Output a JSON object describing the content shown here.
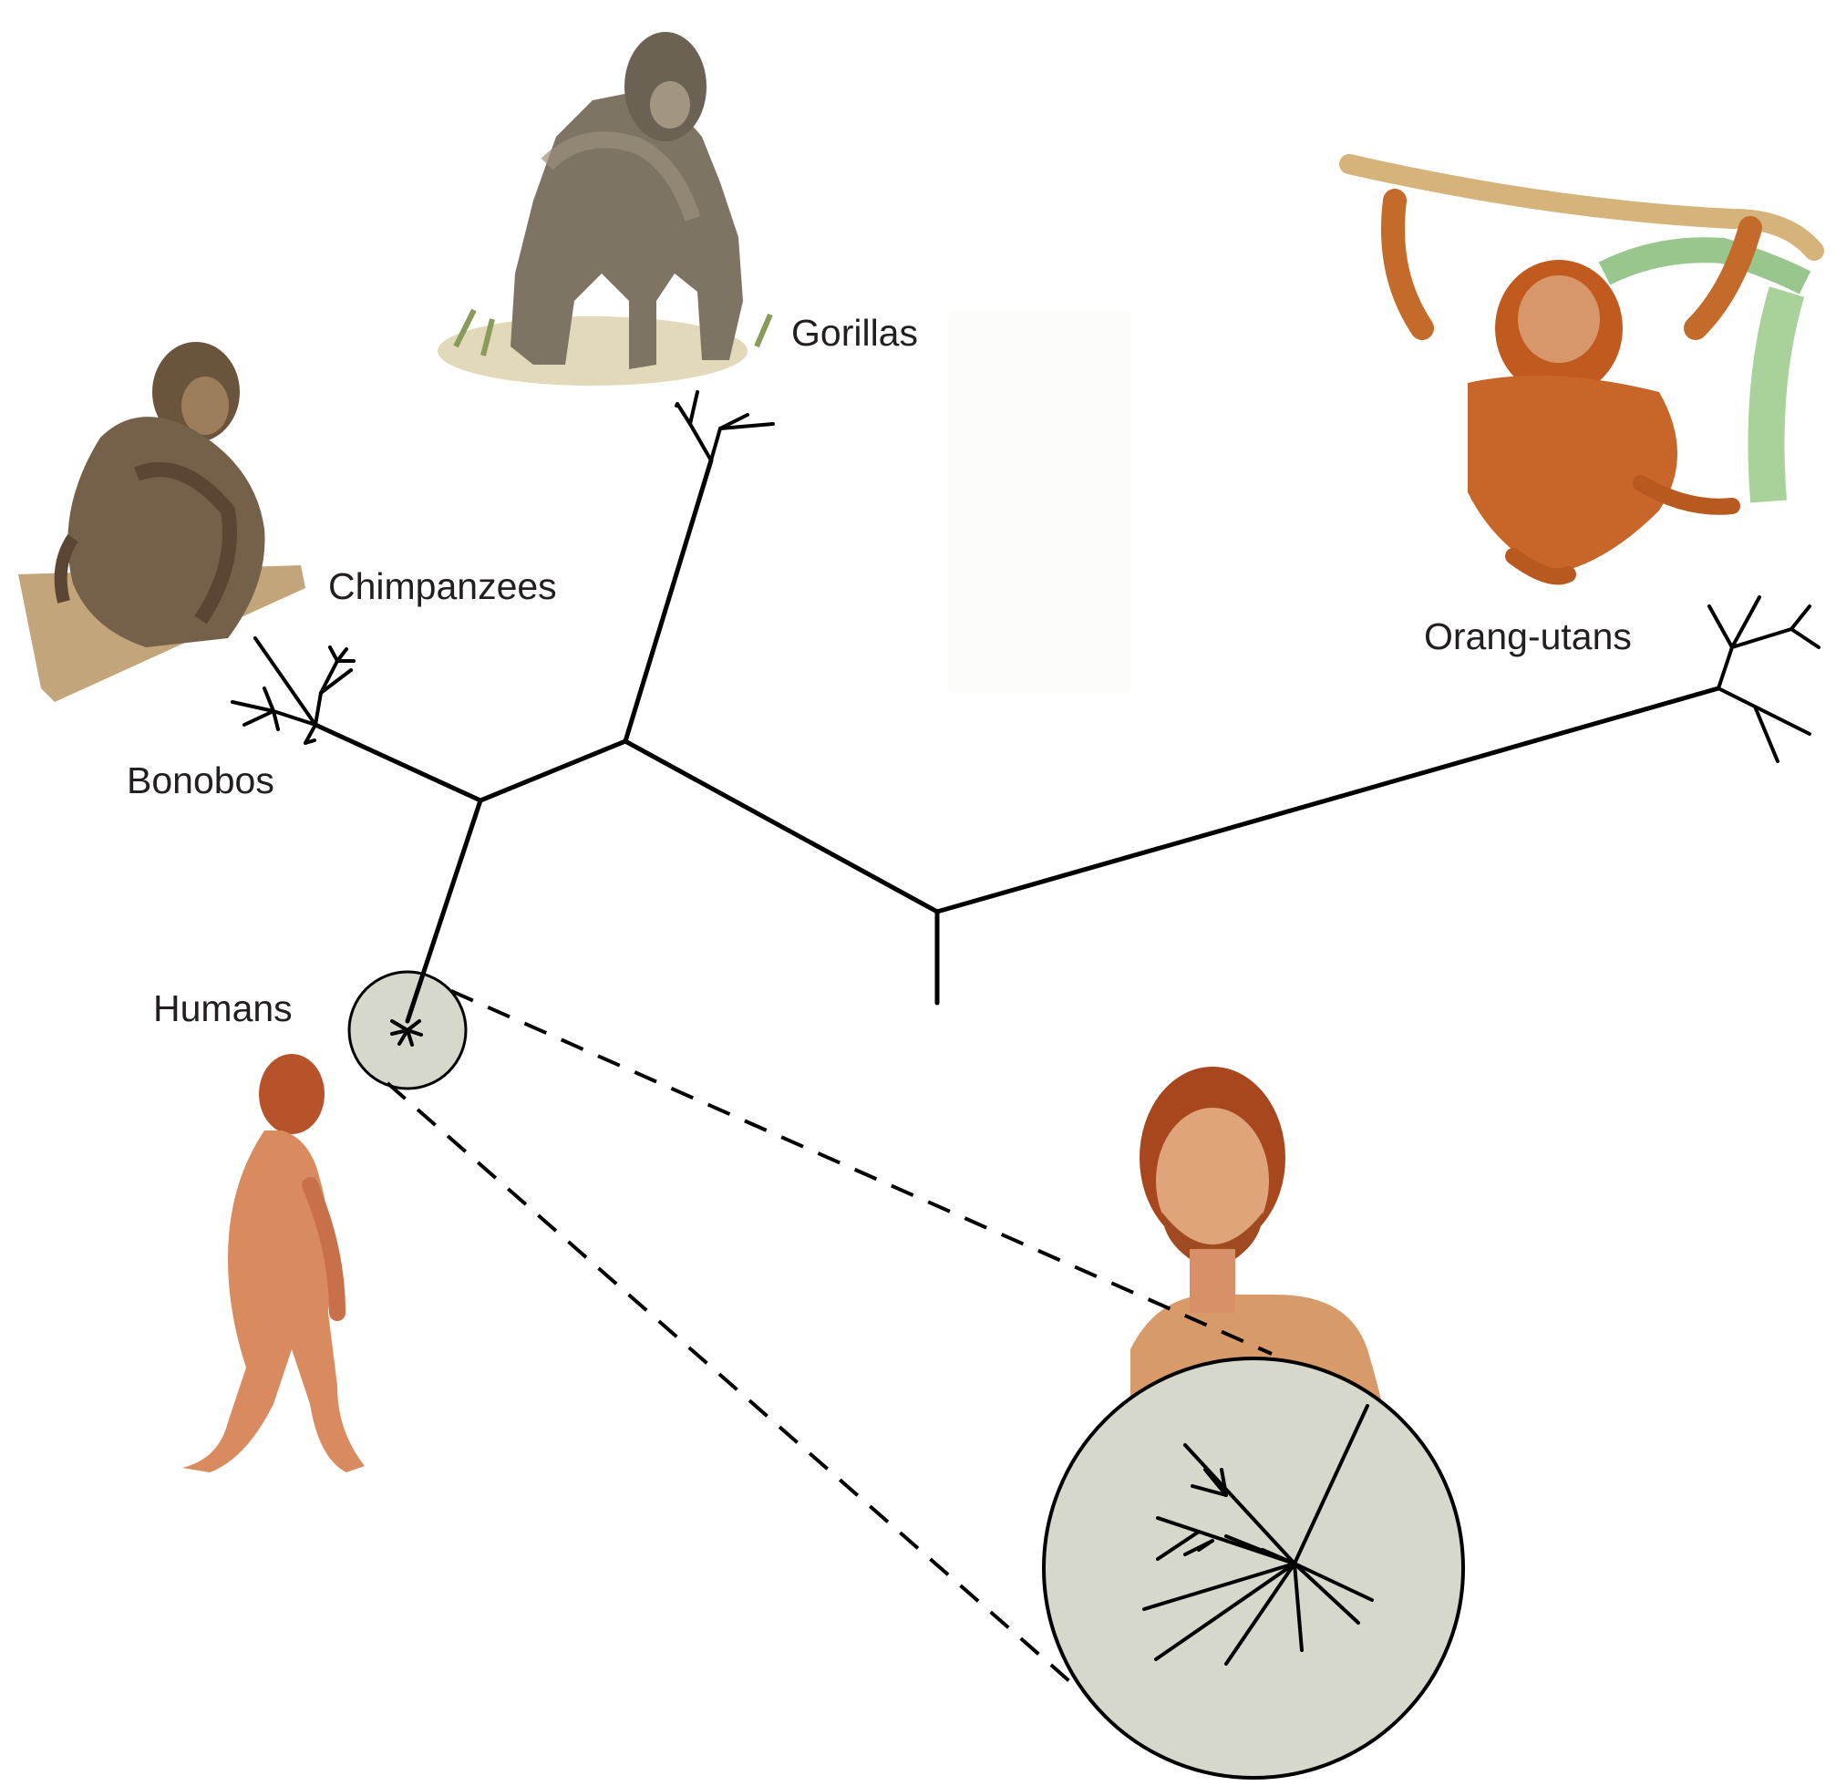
{
  "labels": {
    "gorillas": "Gorillas",
    "chimpanzees": "Chimpanzees",
    "orang_utans": "Orang-utans",
    "bonobos": "Bonobos",
    "humans": "Humans"
  },
  "colors": {
    "branch": "#000000",
    "zoom_circle_fill": "#d6d8cc",
    "label_text": "#231f20"
  }
}
